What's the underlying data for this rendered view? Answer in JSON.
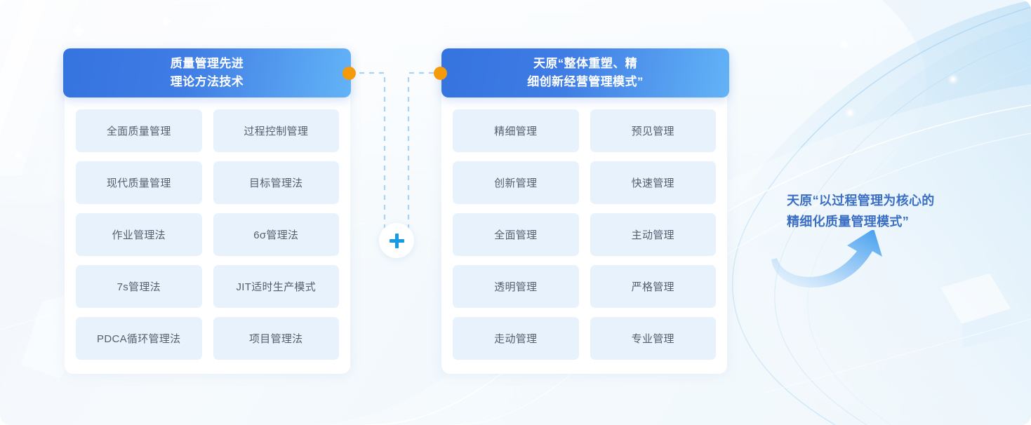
{
  "colors": {
    "header_gradient_start": "#3573e0",
    "header_gradient_end": "#63b3f7",
    "node_dot": "#f59a0b",
    "plus_icon": "#199be4",
    "cell_background": "#e8f2fd",
    "cell_text": "#545f6e",
    "annotation_text": "#3b6fc4",
    "page_background": "#f1f7fc",
    "dashed_line": "#a8d4f5"
  },
  "left_panel": {
    "header_title": "质量管理先进\n理论方法技术",
    "items": [
      "全面质量管理",
      "过程控制管理",
      "现代质量管理",
      "目标管理法",
      "作业管理法",
      "6σ管理法",
      "7s管理法",
      "JIT适时生产模式",
      "PDCA循环管理法",
      "项目管理法"
    ]
  },
  "right_panel": {
    "header_title": "天原“整体重塑、精\n细创新经营管理模式”",
    "items": [
      "精细管理",
      "预见管理",
      "创新管理",
      "快速管理",
      "全面管理",
      "主动管理",
      "透明管理",
      "严格管理",
      "走动管理",
      "专业管理"
    ]
  },
  "connector": {
    "operator_symbol": "+",
    "left_node_label": "left-connection-node",
    "right_node_label": "right-connection-node"
  },
  "annotation": {
    "text": "天原“以过程管理为核心的\n精细化质量管理模式”",
    "arrow_label": "curved-up-right-arrow"
  }
}
